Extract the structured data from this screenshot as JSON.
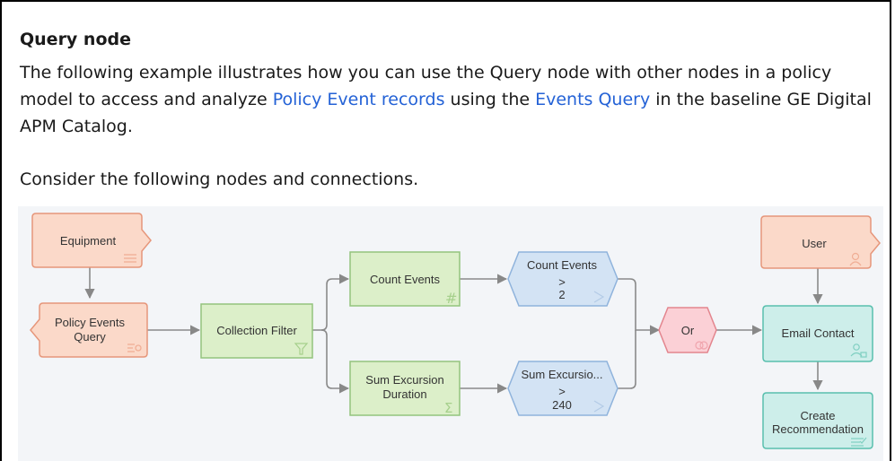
{
  "doc": {
    "title": "Query node",
    "para_pre": "The following example illustrates how you can use the Query node with other nodes in a policy model to access and analyze ",
    "link1": "Policy Event records",
    "para_mid": " using the ",
    "link2": "Events Query",
    "para_post": " in the baseline GE Digital APM Catalog.",
    "para2": "Consider the following nodes and connections."
  },
  "diagram": {
    "nodes": {
      "equipment": "Equipment",
      "policy_events_query_1": "Policy Events",
      "policy_events_query_2": "Query",
      "collection_filter": "Collection Filter",
      "count_events": "Count Events",
      "sum_excursion_1": "Sum Excursion",
      "sum_excursion_2": "Duration",
      "count_events_cond": "Count Events",
      "count_events_op": ">",
      "count_events_val": "2",
      "sum_excursion_cond": "Sum Excursio...",
      "sum_excursion_op": ">",
      "sum_excursion_val": "240",
      "or": "Or",
      "user": "User",
      "email_contact": "Email Contact",
      "create_rec_1": "Create",
      "create_rec_2": "Recommendation"
    },
    "symbols": {
      "hash": "#",
      "sigma": "Σ"
    },
    "colors": {
      "input_fill": "#fbd9c9",
      "input_stroke": "#e6967a",
      "calc_fill": "#dcefc9",
      "calc_stroke": "#93c47d",
      "cond_fill": "#d3e3f4",
      "cond_stroke": "#8fb3dc",
      "logic_fill": "#fbd0d6",
      "logic_stroke": "#e3858e",
      "action_fill": "#cdeeea",
      "action_stroke": "#59bfae"
    }
  }
}
